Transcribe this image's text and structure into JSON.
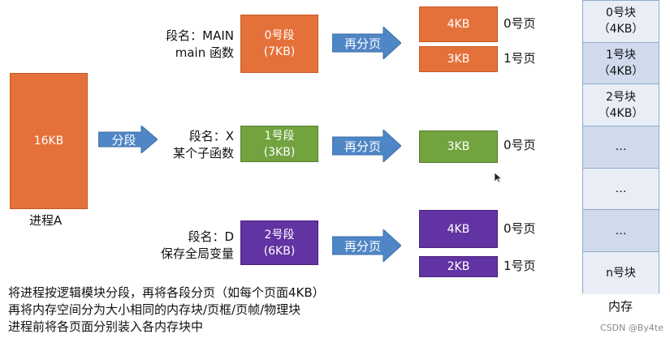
{
  "process": {
    "size": "16KB",
    "label": "进程A"
  },
  "arrows": {
    "segment": "分段",
    "page": "再分页"
  },
  "segments": [
    {
      "name_line1": "段名：MAIN",
      "name_line2": "main 函数",
      "box_line1": "0号段",
      "box_line2": "(7KB)",
      "pages": [
        {
          "size": "4KB",
          "label": "0号页"
        },
        {
          "size": "3KB",
          "label": "1号页"
        }
      ]
    },
    {
      "name_line1": "段名：X",
      "name_line2": "某个子函数",
      "box_line1": "1号段",
      "box_line2": "(3KB)",
      "pages": [
        {
          "size": "3KB",
          "label": "0号页"
        }
      ]
    },
    {
      "name_line1": "段名：D",
      "name_line2": "保存全局变量",
      "box_line1": "2号段",
      "box_line2": "(6KB)",
      "pages": [
        {
          "size": "4KB",
          "label": "0号页"
        },
        {
          "size": "2KB",
          "label": "1号页"
        }
      ]
    }
  ],
  "memory": {
    "label": "内存",
    "blocks": [
      {
        "line1": "0号块",
        "line2": "（4KB）"
      },
      {
        "line1": "1号块",
        "line2": "（4KB）"
      },
      {
        "line1": "2号块",
        "line2": "（4KB）"
      },
      {
        "line1": "…",
        "line2": ""
      },
      {
        "line1": "…",
        "line2": ""
      },
      {
        "line1": "…",
        "line2": ""
      },
      {
        "line1": "n号块",
        "line2": ""
      }
    ]
  },
  "description": [
    "将进程按逻辑模块分段，再将各段分页（如每个页面4KB）",
    "再将内存空间分为大小相同的内存块/页框/页帧/物理块",
    "进程前将各页面分别装入各内存块中"
  ],
  "watermark": "CSDN @By4te",
  "colors": {
    "orange": "#e5713a",
    "green": "#72a33f",
    "purple": "#6233a2",
    "arrow": "#4f86c6",
    "memory_border": "#8eaacb"
  }
}
